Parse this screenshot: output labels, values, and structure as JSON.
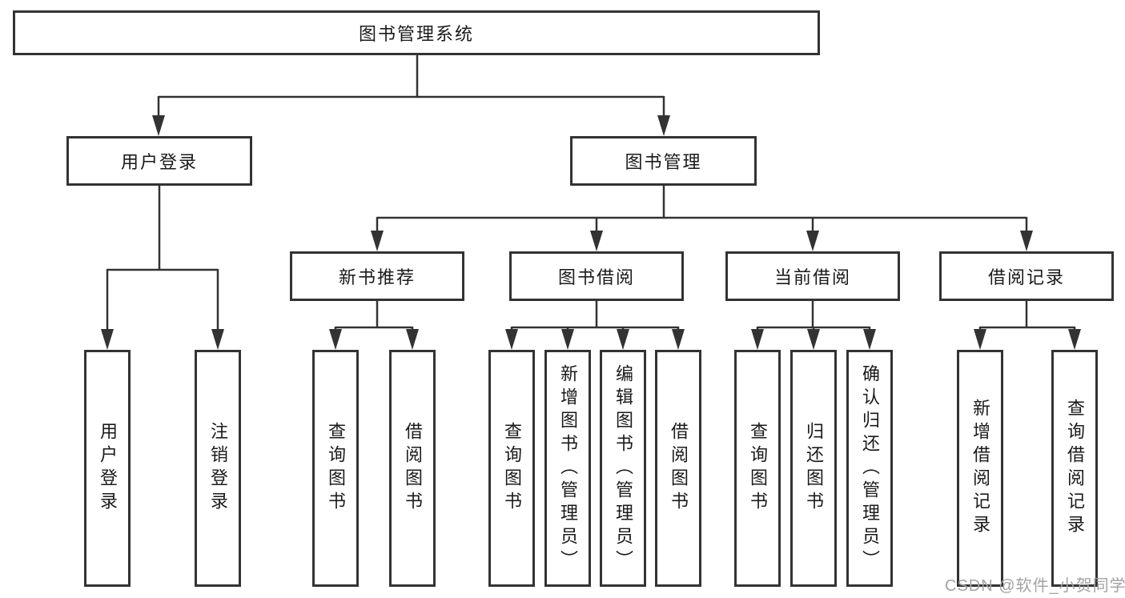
{
  "colors": {
    "background": "#ffffff",
    "box_border": "#333333",
    "connector": "#333333",
    "text": "#1a1a1a",
    "watermark": "#a3a3a3"
  },
  "tree": {
    "root": {
      "label": "图书管理系统"
    },
    "level2": [
      {
        "label": "用户登录",
        "children": [
          {
            "label": "用户登录"
          },
          {
            "label": "注销登录"
          }
        ]
      },
      {
        "label": "图书管理",
        "sections": [
          {
            "label": "新书推荐",
            "children": [
              {
                "label": "查询图书"
              },
              {
                "label": "借阅图书"
              }
            ]
          },
          {
            "label": "图书借阅",
            "children": [
              {
                "label": "查询图书"
              },
              {
                "label": "新增图书（管理员）"
              },
              {
                "label": "编辑图书（管理员）"
              },
              {
                "label": "借阅图书"
              }
            ]
          },
          {
            "label": "当前借阅",
            "children": [
              {
                "label": "查询图书"
              },
              {
                "label": "归还图书"
              },
              {
                "label": "确认归还（管理员）"
              }
            ]
          },
          {
            "label": "借阅记录",
            "children": [
              {
                "label": "新增借阅记录"
              },
              {
                "label": "查询借阅记录"
              }
            ]
          }
        ]
      }
    ]
  },
  "watermark": {
    "text": "CSDN @软件_小贺同学"
  }
}
